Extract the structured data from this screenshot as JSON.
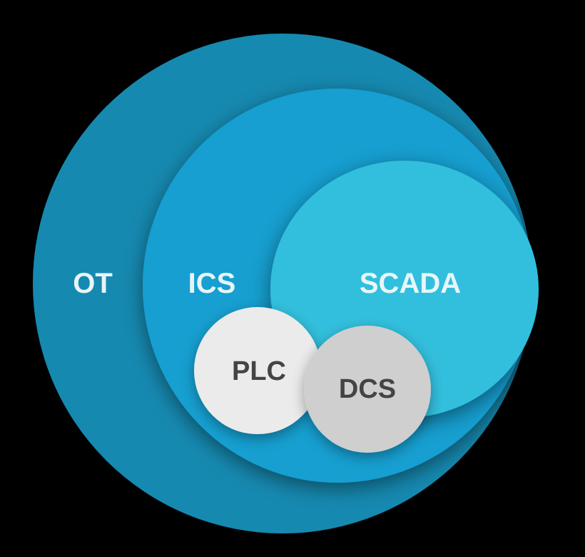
{
  "diagram": {
    "background": "#000000",
    "circles": [
      {
        "key": "ot",
        "label": "OT",
        "fill": "#1589b0",
        "text_color": "#e8f4f8"
      },
      {
        "key": "ics",
        "label": "ICS",
        "fill": "#129fd0",
        "text_color": "#e8f4f8"
      },
      {
        "key": "scada",
        "label": "SCADA",
        "fill": "#33bfdd",
        "text_color": "#e8f6fa"
      },
      {
        "key": "plc",
        "label": "PLC",
        "fill": "#ebebeb",
        "text_color": "#444444"
      },
      {
        "key": "dcs",
        "label": "DCS",
        "fill": "#cfcfcf",
        "text_color": "#444444"
      }
    ]
  }
}
